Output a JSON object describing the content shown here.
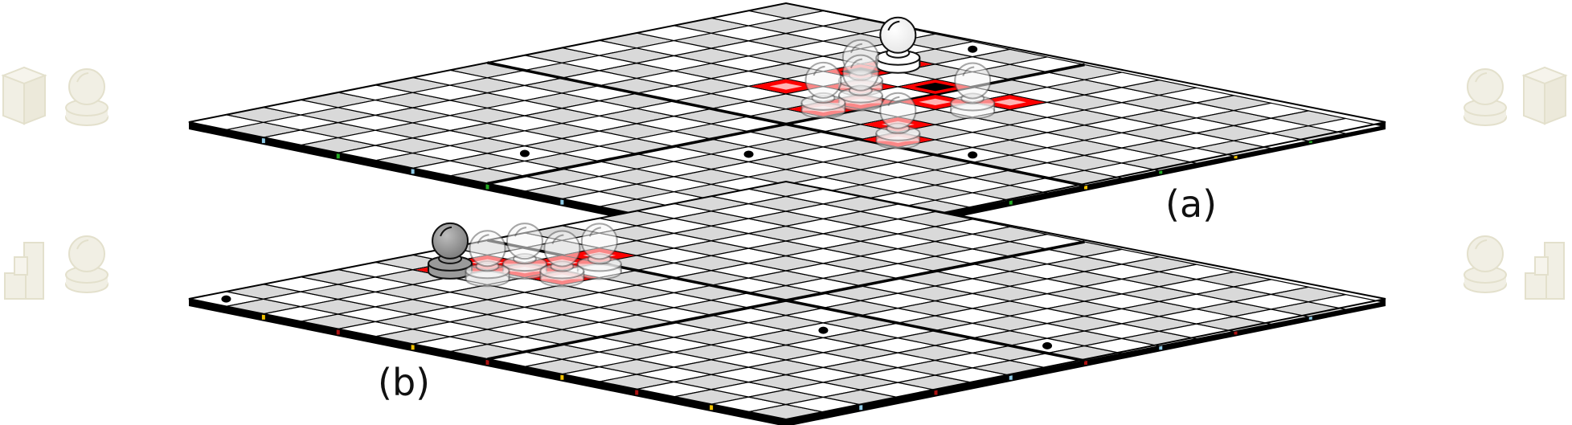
{
  "colors": {
    "light_square": "#ffffff",
    "dark_square": "#d9d9d9",
    "grid_line": "#000000",
    "board_edge": "#000000",
    "move_highlight": "#ff0000",
    "capture_highlight": "#000000",
    "selected_outline": "#22aa22",
    "white_piece": "#ffffff",
    "black_piece": "#9a9a9a",
    "ghost_piece": "rgba(255,255,255,0.55)",
    "inactive_icon": "#f1efe4",
    "edge_marks": [
      "#8ecae6",
      "#22aa22",
      "#f2c200",
      "#aa1111"
    ]
  },
  "boards": [
    {
      "id": "a",
      "label": "(a)",
      "active_piece": {
        "color": "white",
        "icon": "pawn-icon"
      },
      "left_icons": [
        "cube-icon",
        "pawn-icon"
      ],
      "right_icons": [
        "pawn-icon",
        "cube-icon"
      ]
    },
    {
      "id": "b",
      "label": "(b)",
      "active_piece": {
        "color": "black",
        "icon": "pawn-icon"
      },
      "left_icons": [
        "stairs-icon",
        "pawn-icon"
      ],
      "right_icons": [
        "pawn-icon",
        "stairs-icon"
      ]
    }
  ]
}
